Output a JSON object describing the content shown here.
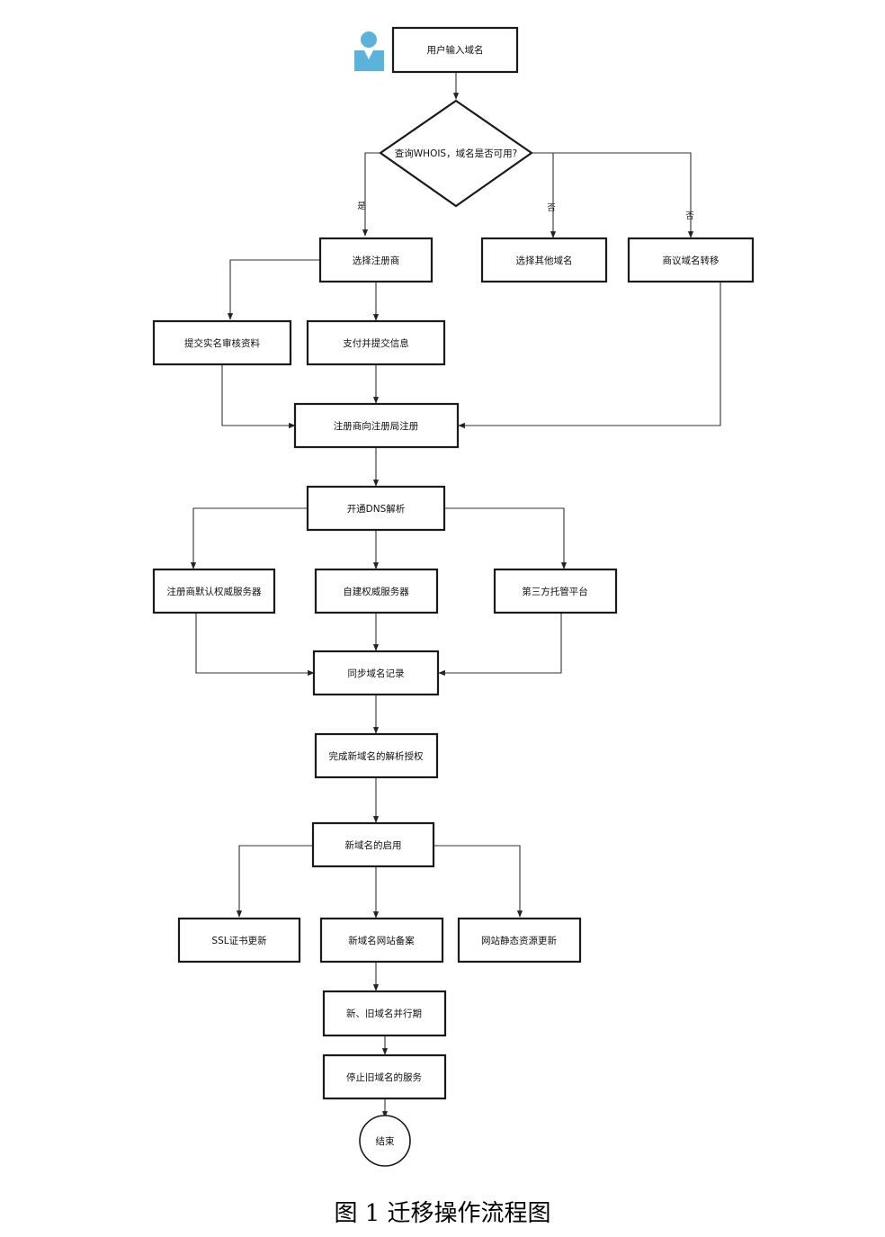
{
  "caption": "图 1 迁移操作流程图",
  "nodes": {
    "start": "用户输入域名",
    "whois": "查询WHOIS，域名是否可用?",
    "choose_registrar": "选择注册商",
    "choose_other": "选择其他域名",
    "negotiate": "商议域名转移",
    "submit_realname": "提交实名审核资料",
    "pay_submit": "支付并提交信息",
    "registrar_register": "注册商向注册局注册",
    "enable_dns": "开通DNS解析",
    "default_auth": "注册商默认权威服务器",
    "self_auth": "自建权威服务器",
    "third_party": "第三方托管平台",
    "sync_records": "同步域名记录",
    "complete_auth": "完成新域名的解析授权",
    "enable_new": "新域名的启用",
    "ssl_update": "SSL证书更新",
    "icp_filing": "新域名网站备案",
    "static_update": "网站静态资源更新",
    "parallel": "新、旧域名并行期",
    "stop_old": "停止旧域名的服务",
    "end": "结束"
  },
  "edge_labels": {
    "yes": "是",
    "no1": "否",
    "no2": "否"
  },
  "colors": {
    "user_icon": "#5bb3dc",
    "border": "#1a1a1a"
  },
  "icons": [
    "user-icon"
  ]
}
